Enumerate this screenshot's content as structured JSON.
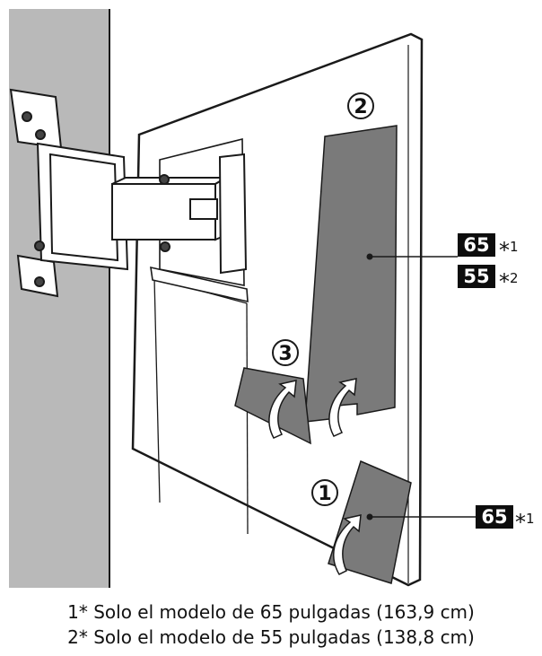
{
  "steps": [
    "1",
    "2",
    "3"
  ],
  "callouts": {
    "badge_65_top": "65",
    "note_65_top": "*",
    "note_65_top_sup": "1",
    "badge_55": "55",
    "note_55": "*",
    "note_55_sup": "2",
    "badge_65_bottom": "65",
    "note_65_bottom": "*",
    "note_65_bottom_sup": "1"
  },
  "footnotes": [
    "1* Solo el modelo de 65 pulgadas (163,9 cm)",
    "2* Solo el modelo de 55 pulgadas (138,8 cm)"
  ],
  "colors": {
    "wall": "#b9b9b9",
    "panel": "#7a7a7a",
    "badge": "#0d0d0d",
    "line": "#1a1a1a"
  }
}
